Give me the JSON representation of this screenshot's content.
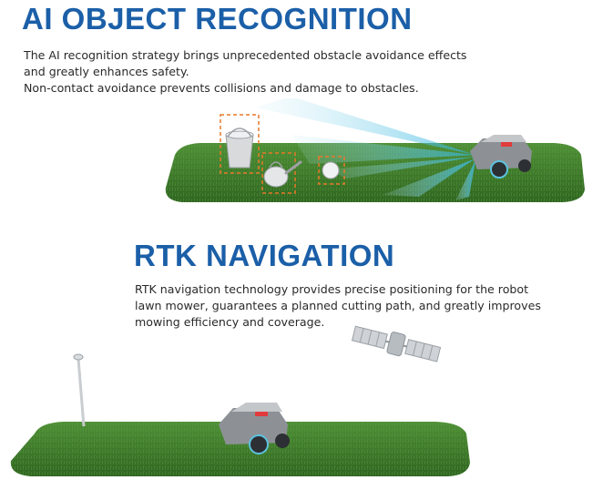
{
  "ai_section": {
    "title": "AI OBJECT RECOGNITION",
    "lines": [
      "The AI recognition strategy brings unprecedented obstacle avoidance effects",
      "and greatly enhances safety.",
      "Non-contact avoidance prevents collisions and damage to obstacles."
    ]
  },
  "rtk_section": {
    "title": "RTK NAVIGATION",
    "lines": [
      "RTK navigation technology provides precise positioning for the robot",
      "lawn mower, guarantees a planned cutting path, and greatly improves",
      "mowing efficiency and coverage."
    ]
  },
  "colors": {
    "title_blue": "#1b5fa8",
    "grass": "#3d7a2a",
    "beam": "#4fc3e3",
    "highlight_box": "#e8782a"
  },
  "icons": [
    "bucket",
    "watering-can",
    "ball",
    "robot-mower",
    "gnss-antenna",
    "satellite"
  ]
}
